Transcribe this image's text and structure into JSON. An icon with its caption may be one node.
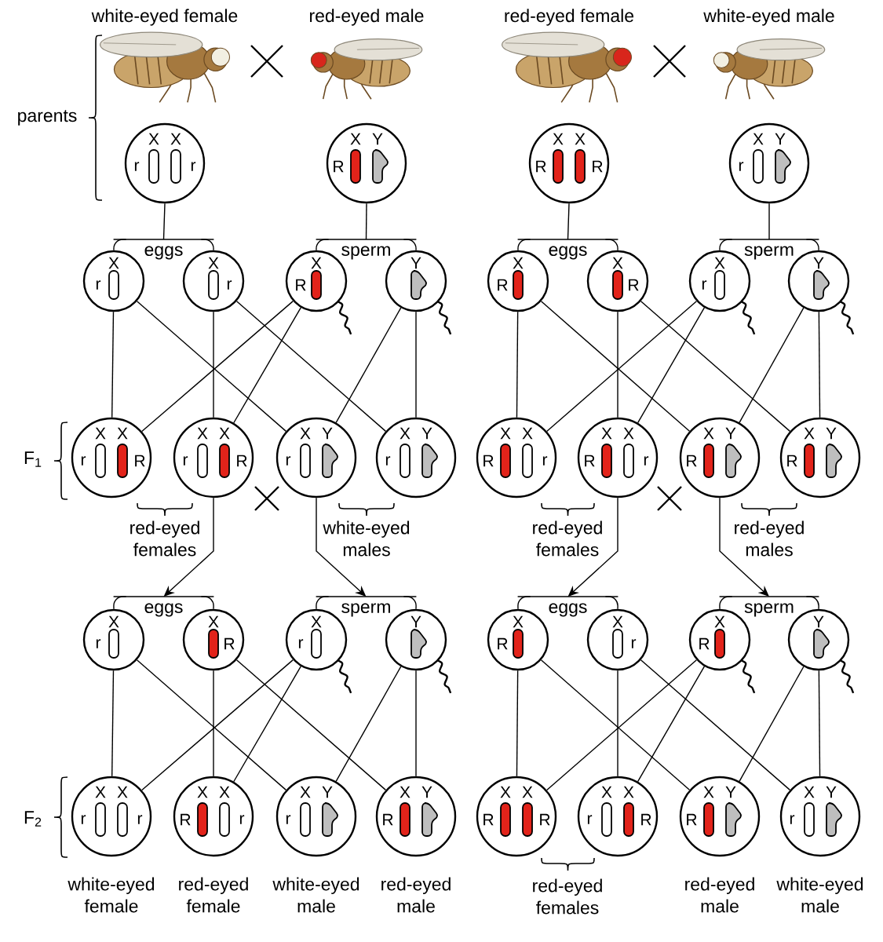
{
  "diagram": {
    "nodes": [
      {
        "text": [
          "X",
          "X",
          "r",
          "r"
        ]
      },
      {
        "text": [
          "X",
          "Y",
          "R"
        ]
      },
      {
        "text": [
          "X",
          "X",
          "R",
          "R"
        ]
      },
      {
        "text": [
          "X",
          "Y",
          "r"
        ]
      },
      {
        "text": [
          "eggs"
        ]
      },
      {
        "text": [
          "sperm"
        ]
      },
      {
        "text": [
          "eggs"
        ]
      },
      {
        "text": [
          "sperm"
        ]
      },
      {
        "text": [
          "X",
          "r"
        ]
      },
      {
        "text": [
          "X",
          "r"
        ]
      },
      {
        "text": [
          "X",
          "R"
        ]
      },
      {
        "text": [
          "Y"
        ]
      },
      {
        "text": [
          "X",
          "R"
        ]
      },
      {
        "text": [
          "X",
          "R"
        ]
      },
      {
        "text": [
          "X",
          "r"
        ]
      },
      {
        "text": [
          "Y"
        ]
      },
      {
        "text": [
          "X",
          "X",
          "r",
          "R"
        ]
      },
      {
        "text": [
          "X",
          "X",
          "r",
          "R"
        ]
      },
      {
        "text": [
          "X",
          "Y",
          "r"
        ]
      },
      {
        "text": [
          "X",
          "Y",
          "r"
        ]
      },
      {
        "text": [
          "X",
          "X",
          "R",
          "r"
        ]
      },
      {
        "text": [
          "X",
          "X",
          "R",
          "r"
        ]
      },
      {
        "text": [
          "X",
          "Y",
          "R"
        ]
      },
      {
        "text": [
          "X",
          "Y",
          "R"
        ]
      },
      {
        "text": [
          "eggs"
        ]
      },
      {
        "text": [
          "sperm"
        ]
      },
      {
        "text": [
          "eggs"
        ]
      },
      {
        "text": [
          "sperm"
        ]
      },
      {
        "text": [
          "X",
          "r"
        ]
      },
      {
        "text": [
          "X",
          "R"
        ]
      },
      {
        "text": [
          "X",
          "r"
        ]
      },
      {
        "text": [
          "Y"
        ]
      },
      {
        "text": [
          "X",
          "R"
        ]
      },
      {
        "text": [
          "X",
          "r"
        ]
      },
      {
        "text": [
          "X",
          "R"
        ]
      },
      {
        "text": [
          "Y"
        ]
      },
      {
        "text": [
          "X",
          "X",
          "r",
          "r"
        ],
        "beside": [
          "white-eyed female"
        ]
      },
      {
        "text": [
          "X",
          "X",
          "R",
          "r"
        ],
        "beside": [
          "red-eyed female"
        ]
      },
      {
        "text": [
          "X",
          "Y",
          "r"
        ],
        "beside": [
          "white-eyed male"
        ]
      },
      {
        "text": [
          "X",
          "Y",
          "R"
        ],
        "beside": [
          "red-eyed male"
        ]
      },
      {
        "text": [
          "X",
          "X",
          "R",
          "R"
        ]
      },
      {
        "text": [
          "X",
          "X",
          "r",
          "R"
        ]
      },
      {
        "text": [
          "X",
          "Y",
          "R"
        ],
        "beside": [
          "red-eyed male"
        ]
      },
      {
        "text": [
          "X",
          "Y",
          "r"
        ],
        "beside": [
          "white-eyed male"
        ]
      }
    ],
    "edges": [
      {
        "from": 0,
        "to": 4,
        "arrow": "none"
      },
      {
        "from": 4,
        "to": 8,
        "arrow": "none"
      },
      {
        "from": 4,
        "to": 9,
        "arrow": "none"
      },
      {
        "from": 1,
        "to": 5,
        "arrow": "none"
      },
      {
        "from": 5,
        "to": 10,
        "arrow": "none"
      },
      {
        "from": 5,
        "to": 11,
        "arrow": "none"
      },
      {
        "from": 2,
        "to": 6,
        "arrow": "none"
      },
      {
        "from": 6,
        "to": 12,
        "arrow": "none"
      },
      {
        "from": 6,
        "to": 13,
        "arrow": "none"
      },
      {
        "from": 3,
        "to": 7,
        "arrow": "none"
      },
      {
        "from": 7,
        "to": 14,
        "arrow": "none"
      },
      {
        "from": 7,
        "to": 15,
        "arrow": "none"
      },
      {
        "from": 8,
        "to": 16,
        "arrow": "none"
      },
      {
        "from": 8,
        "to": 18,
        "arrow": "none"
      },
      {
        "from": 9,
        "to": 17,
        "arrow": "none"
      },
      {
        "from": 9,
        "to": 19,
        "arrow": "none"
      },
      {
        "from": 10,
        "to": 16,
        "arrow": "none"
      },
      {
        "from": 10,
        "to": 17,
        "arrow": "none"
      },
      {
        "from": 11,
        "to": 18,
        "arrow": "none"
      },
      {
        "from": 11,
        "to": 19,
        "arrow": "none"
      },
      {
        "from": 12,
        "to": 20,
        "arrow": "none"
      },
      {
        "from": 12,
        "to": 22,
        "arrow": "none"
      },
      {
        "from": 13,
        "to": 21,
        "arrow": "none"
      },
      {
        "from": 13,
        "to": 23,
        "arrow": "none"
      },
      {
        "from": 14,
        "to": 20,
        "arrow": "none"
      },
      {
        "from": 14,
        "to": 21,
        "arrow": "none"
      },
      {
        "from": 15,
        "to": 22,
        "arrow": "none"
      },
      {
        "from": 15,
        "to": 23,
        "arrow": "none"
      },
      {
        "from": 17,
        "to": 24,
        "arrow": "to"
      },
      {
        "from": 18,
        "to": 25,
        "arrow": "to"
      },
      {
        "from": 21,
        "to": 26,
        "arrow": "to"
      },
      {
        "from": 22,
        "to": 27,
        "arrow": "to"
      },
      {
        "from": 24,
        "to": 28,
        "arrow": "none"
      },
      {
        "from": 24,
        "to": 29,
        "arrow": "none"
      },
      {
        "from": 25,
        "to": 30,
        "arrow": "none"
      },
      {
        "from": 25,
        "to": 31,
        "arrow": "none"
      },
      {
        "from": 26,
        "to": 32,
        "arrow": "none"
      },
      {
        "from": 26,
        "to": 33,
        "arrow": "none"
      },
      {
        "from": 27,
        "to": 34,
        "arrow": "none"
      },
      {
        "from": 27,
        "to": 35,
        "arrow": "none"
      },
      {
        "from": 28,
        "to": 36,
        "arrow": "none"
      },
      {
        "from": 28,
        "to": 38,
        "arrow": "none"
      },
      {
        "from": 29,
        "to": 37,
        "arrow": "none"
      },
      {
        "from": 29,
        "to": 39,
        "arrow": "none"
      },
      {
        "from": 30,
        "to": 36,
        "arrow": "none"
      },
      {
        "from": 30,
        "to": 37,
        "arrow": "none"
      },
      {
        "from": 31,
        "to": 38,
        "arrow": "none"
      },
      {
        "from": 31,
        "to": 39,
        "arrow": "none"
      },
      {
        "from": 32,
        "to": 40,
        "arrow": "none"
      },
      {
        "from": 32,
        "to": 42,
        "arrow": "none"
      },
      {
        "from": 33,
        "to": 41,
        "arrow": "none"
      },
      {
        "from": 33,
        "to": 43,
        "arrow": "none"
      },
      {
        "from": 34,
        "to": 40,
        "arrow": "none"
      },
      {
        "from": 34,
        "to": 41,
        "arrow": "none"
      },
      {
        "from": 35,
        "to": 42,
        "arrow": "none"
      },
      {
        "from": 35,
        "to": 43,
        "arrow": "none"
      }
    ],
    "labels": [
      "white-eyed female",
      "red-eyed male",
      "red-eyed female",
      "white-eyed male",
      "parents",
      "F$_{1}$",
      "red-eyed females",
      "white-eyed males",
      "red-eyed females",
      "red-eyed males",
      "F$_{2}$",
      "red-eyed females"
    ]
  }
}
